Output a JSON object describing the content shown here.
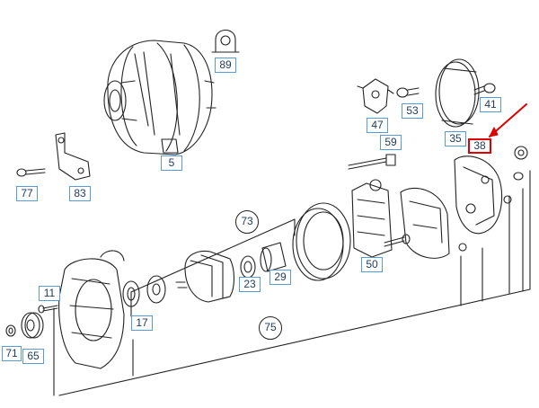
{
  "diagram": {
    "callouts": {
      "p5": "5",
      "p89": "89",
      "p47": "47",
      "p53": "53",
      "p41": "41",
      "p35": "35",
      "p38": "38",
      "p59": "59",
      "p77": "77",
      "p83": "83",
      "p50": "50",
      "p23": "23",
      "p29": "29",
      "p17": "17",
      "p11": "11",
      "p71": "71",
      "p65": "65",
      "p73": "73",
      "p75": "75"
    },
    "highlight_color": "#e00000",
    "label_border_color": "#5b9bd5"
  }
}
